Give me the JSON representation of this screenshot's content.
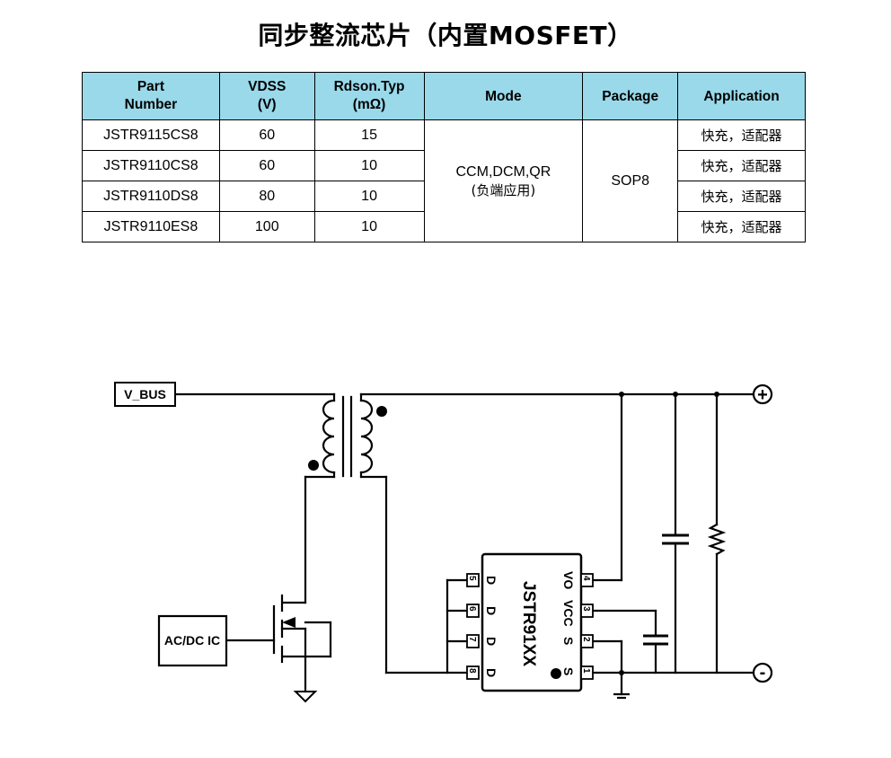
{
  "title": "同步整流芯片（内置MOSFET）",
  "table": {
    "headers": [
      {
        "line1": "Part",
        "line2": "Number"
      },
      {
        "line1": "VDSS",
        "line2": "(V)"
      },
      {
        "line1": "Rdson.Typ",
        "line2": "(mΩ)"
      },
      {
        "line1": "Mode",
        "line2": ""
      },
      {
        "line1": "Package",
        "line2": ""
      },
      {
        "line1": "Application",
        "line2": ""
      }
    ],
    "rows": [
      {
        "part": "JSTR9115CS8",
        "vdss": "60",
        "rdson": "15",
        "app": "快充，适配器"
      },
      {
        "part": "JSTR9110CS8",
        "vdss": "60",
        "rdson": "10",
        "app": "快充，适配器"
      },
      {
        "part": "JSTR9110DS8",
        "vdss": "80",
        "rdson": "10",
        "app": "快充，适配器"
      },
      {
        "part": "JSTR9110ES8",
        "vdss": "100",
        "rdson": "10",
        "app": "快充，适配器"
      }
    ],
    "mode_line1": "CCM,DCM,QR",
    "mode_line2": "(负端应用)",
    "package": "SOP8"
  },
  "schematic": {
    "vbus_label": "V_BUS",
    "acdc_label": "AC/DC IC",
    "chip_name": "JSTR91XX",
    "plus_symbol": "+",
    "minus_symbol": "-",
    "right_pins": [
      {
        "num": "4",
        "name": "VO"
      },
      {
        "num": "3",
        "name": "VCC"
      },
      {
        "num": "2",
        "name": "S"
      },
      {
        "num": "1",
        "name": "S"
      }
    ],
    "left_pins": [
      {
        "num": "5",
        "name": "D"
      },
      {
        "num": "6",
        "name": "D"
      },
      {
        "num": "7",
        "name": "D"
      },
      {
        "num": "8",
        "name": "D"
      }
    ]
  }
}
